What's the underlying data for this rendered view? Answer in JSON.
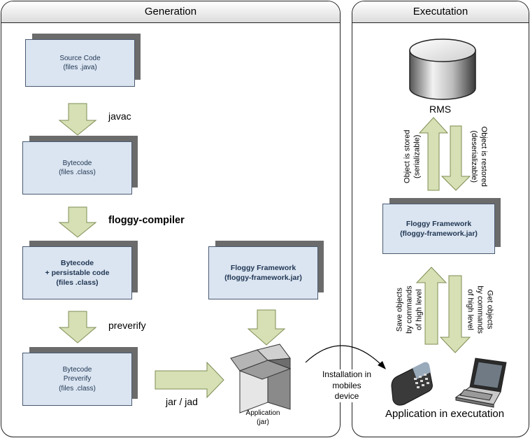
{
  "generation": {
    "title": "Generation",
    "source_code": {
      "line1": "Source Code",
      "line2": "(files .java)"
    },
    "step_javac": "javac",
    "bytecode": {
      "line1": "Bytecode",
      "line2": "(files .class)"
    },
    "step_floggy_compiler": "floggy-compiler",
    "bytecode_persistable": {
      "line1": "Bytecode",
      "line2": "+ persistable code",
      "line3": "(files .class)"
    },
    "step_preverify": "preverify",
    "bytecode_preverify": {
      "line1": "Bytecode",
      "line2": "Preverify",
      "line3": "(files .class)"
    },
    "floggy_framework": {
      "line1": "Floggy Framework",
      "line2": "(floggy-framework.jar)"
    },
    "step_jar_jad": "jar / jad",
    "application": {
      "line1": "Application",
      "line2": "(jar)"
    }
  },
  "installation": {
    "line1": "Installation in",
    "line2": "mobiles",
    "line3": "device"
  },
  "executation": {
    "title": "Executation",
    "rms": "RMS",
    "object_stored": {
      "line1": "Object is stored",
      "line2": "(serializable)"
    },
    "object_restored": {
      "line1": "Object is restored",
      "line2": "(deserializable)"
    },
    "floggy_framework": {
      "line1": "Floggy Framework",
      "line2": "(floggy-framework.jar)"
    },
    "save_objects": {
      "line1": "Save objects",
      "line2": "by commands",
      "line3": "of high level"
    },
    "get_objects": {
      "line1": "Get objects",
      "line2": "by commands",
      "line3": "of high level"
    },
    "app_in_executation": "Application in executation"
  },
  "colors": {
    "box_fill": "#dbe5f1",
    "box_text": "#1f3552",
    "arrow_fill": "#d6e0b4",
    "arrow_stroke": "#7f8c55"
  }
}
